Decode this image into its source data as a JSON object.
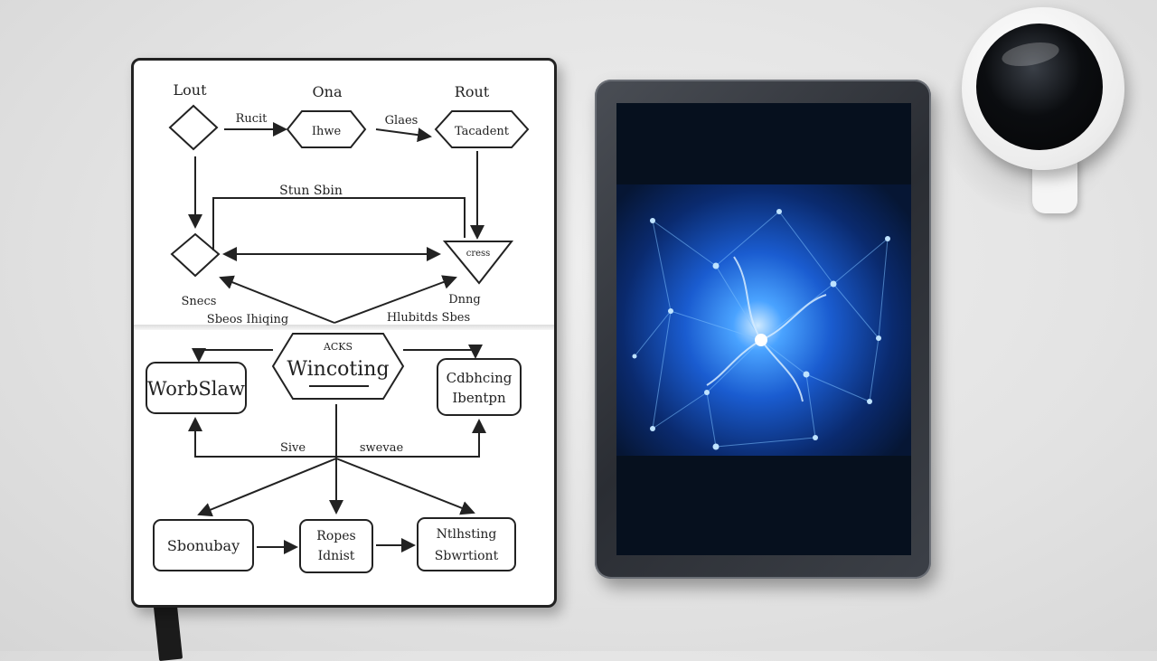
{
  "notebook": {
    "top_labels": [
      "Lout",
      "Ona",
      "Rout"
    ],
    "top_nodes": [
      "Ihwe",
      "Tacadent"
    ],
    "arrow_labels": [
      "Rucit",
      "Glaes"
    ],
    "mid_label": "Stun Sbin",
    "small_node": "cress",
    "left_caption": [
      "Snecs",
      "Sbeos Ihiqing"
    ],
    "right_caption": [
      "Dnng",
      "Hlubitds Sbes"
    ],
    "center_small": "ACKS",
    "center_node": "Wincoting",
    "left_box": "WorbSlaw",
    "right_box": [
      "Cdbhcing",
      "Ibentpn"
    ],
    "branch_labels": [
      "Sive",
      "swevae"
    ],
    "bottom_boxes": [
      "Sbonubay",
      [
        "Ropes",
        "Idnist"
      ],
      [
        "Ntlhsting",
        "Sbwrtiont"
      ]
    ]
  },
  "colors": {
    "ink": "#222222",
    "neural_blue": "#2f7dff",
    "screen_dark": "#06101e"
  }
}
